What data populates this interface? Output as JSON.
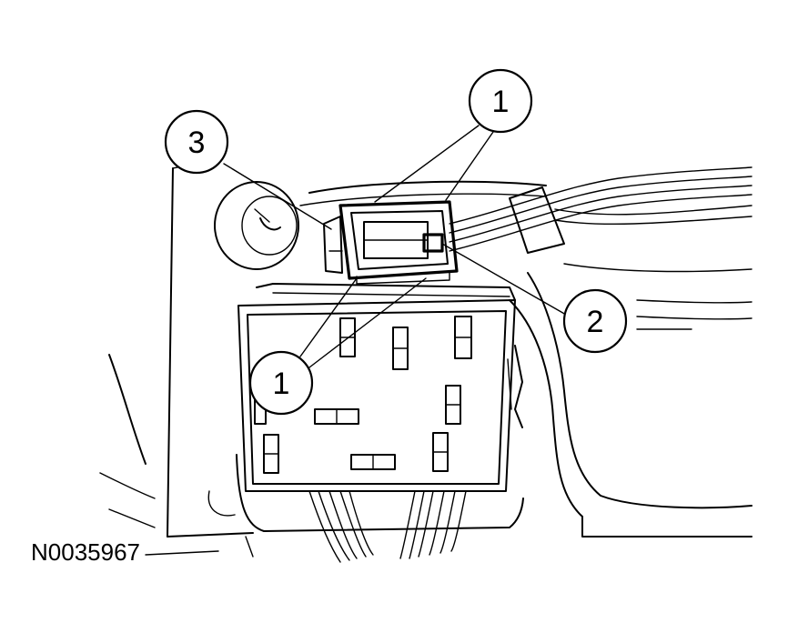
{
  "figure_id": "N0035967",
  "callouts": {
    "c1_top": "1",
    "c1_bottom": "1",
    "c2": "2",
    "c3": "3"
  }
}
